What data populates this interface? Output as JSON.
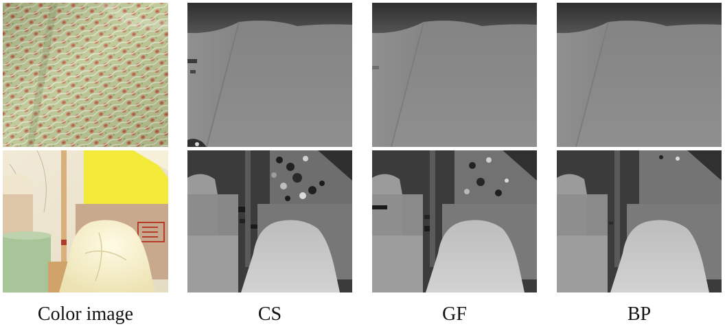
{
  "figure": {
    "columns": [
      {
        "id": "color",
        "label": "Color image"
      },
      {
        "id": "cs",
        "label": "CS"
      },
      {
        "id": "gf",
        "label": "GF"
      },
      {
        "id": "bp",
        "label": "BP"
      }
    ],
    "rows": [
      {
        "id": "cloth-scene"
      },
      {
        "id": "objects-scene"
      }
    ]
  }
}
